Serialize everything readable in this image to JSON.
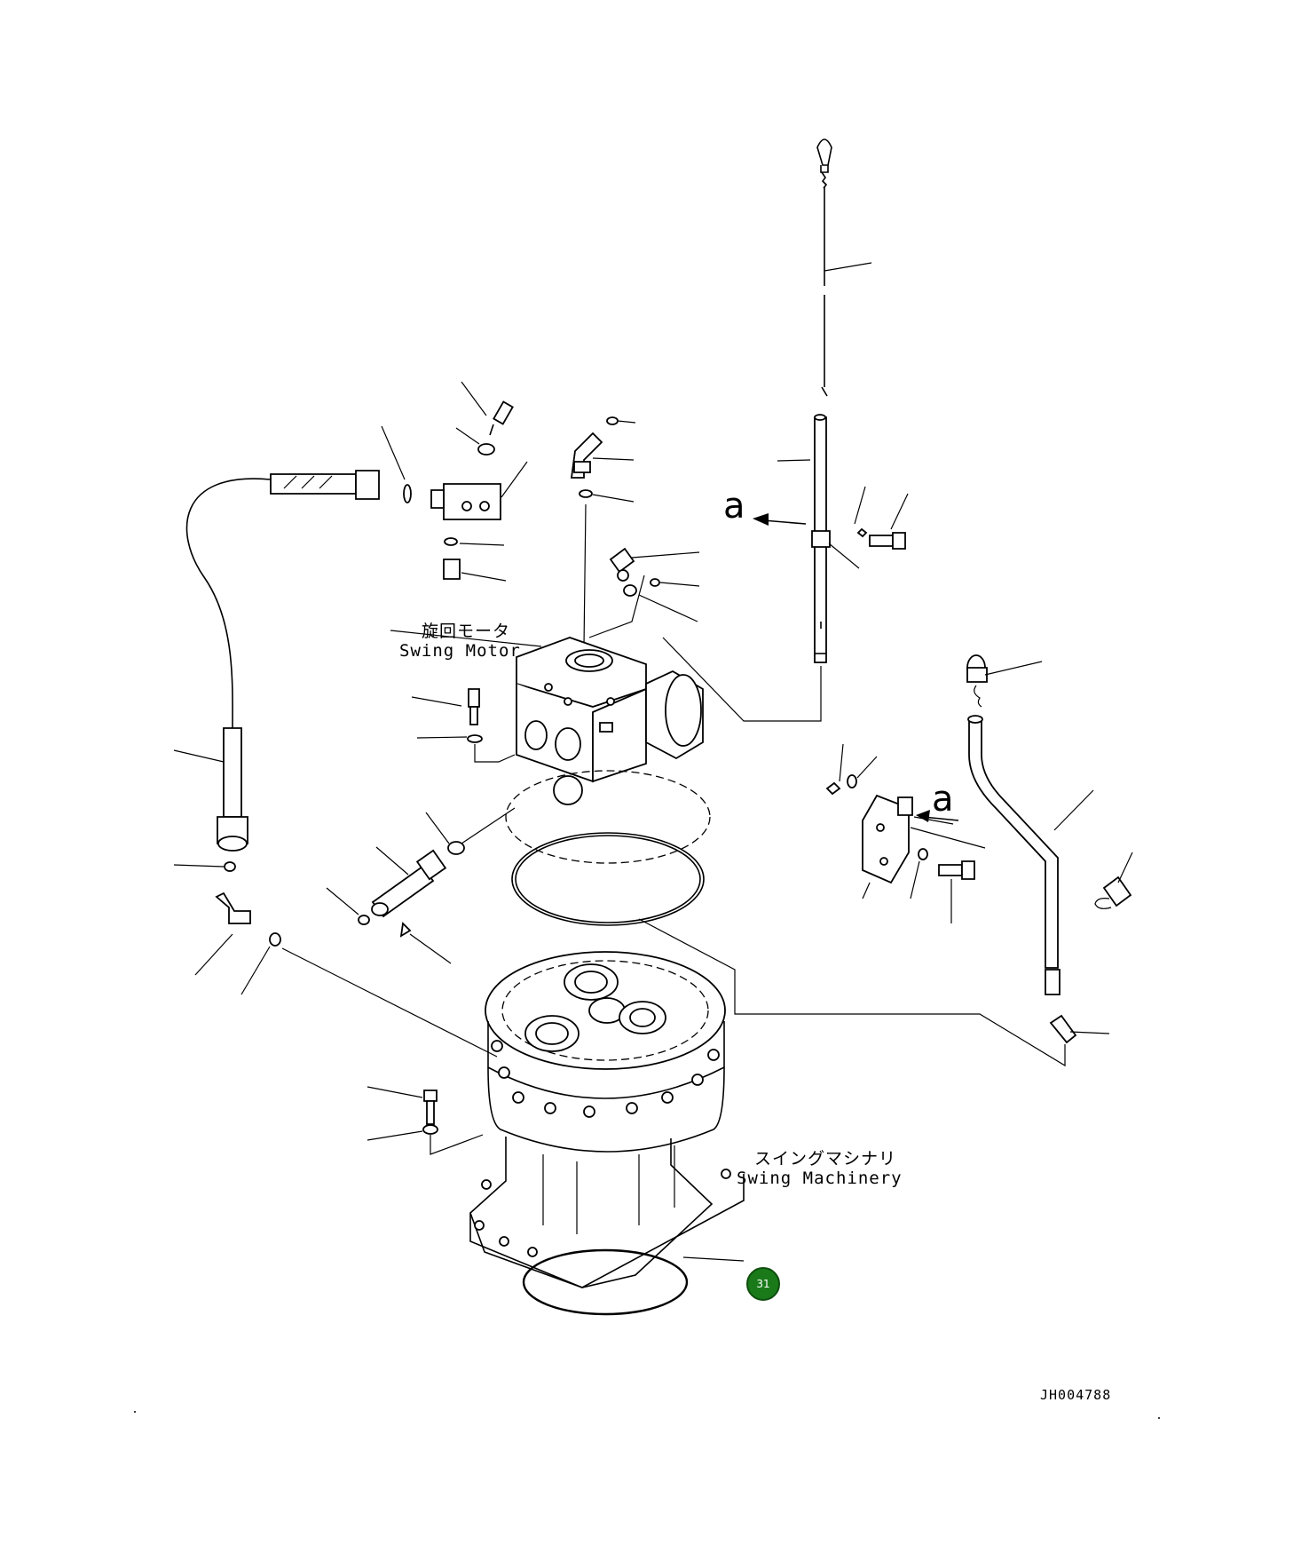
{
  "labels": {
    "swing_motor_jp": "旋回モータ",
    "swing_motor_en": "Swing Motor",
    "swing_machinery_jp": "スイングマシナリ",
    "swing_machinery_en": "Swing Machinery",
    "view_arrow_top": "a",
    "view_arrow_bracket": "a"
  },
  "callouts": [
    {
      "number": "31",
      "color": "#1a7a1a"
    }
  ],
  "drawing_code": "JH004788"
}
